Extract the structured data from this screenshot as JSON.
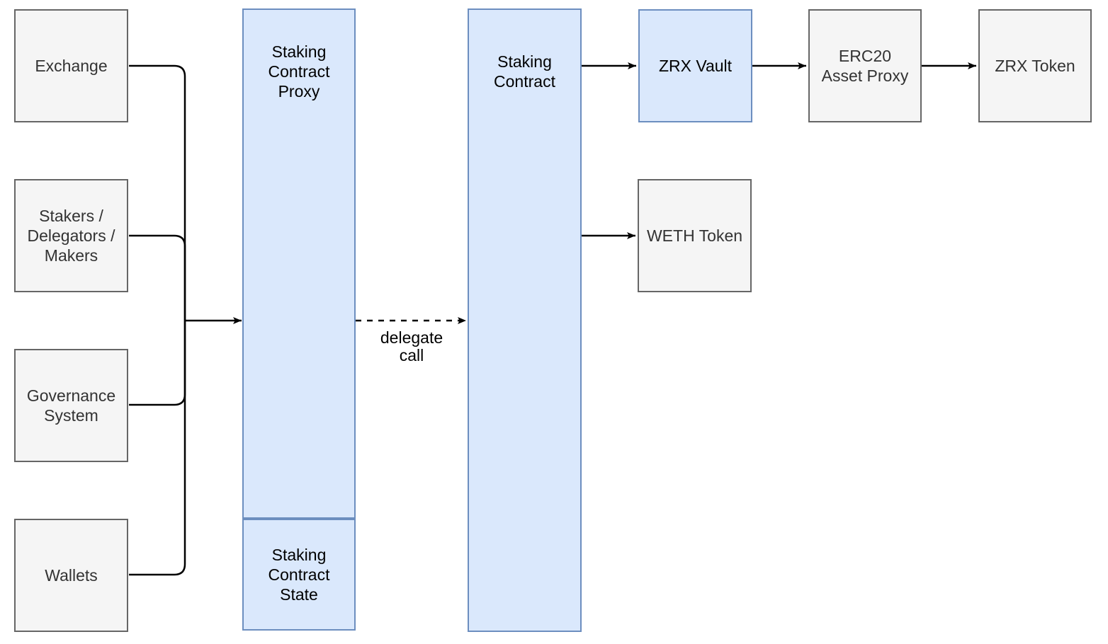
{
  "diagram": {
    "type": "architecture-flow-diagram",
    "background": "#ffffff",
    "colors": {
      "blue_node_fill": "#dae8fc",
      "blue_node_border": "#6c8ebf",
      "gray_node_fill": "#f5f5f5",
      "gray_node_border": "#666666",
      "gray_node_text": "#333333",
      "blue_node_text": "#000000",
      "edge_stroke": "#000000"
    }
  },
  "nodes": {
    "exchange": {
      "label": "Exchange",
      "style": "gray"
    },
    "stakers": {
      "label": "Stakers /\nDelegators /\nMakers",
      "style": "gray"
    },
    "governance": {
      "label": "Governance\nSystem",
      "style": "gray"
    },
    "wallets": {
      "label": "Wallets",
      "style": "gray"
    },
    "staking_contract_proxy": {
      "label": "Staking\nContract\nProxy",
      "style": "blue"
    },
    "staking_contract_state": {
      "label": "Staking\nContract\nState",
      "style": "blue"
    },
    "staking_contract": {
      "label": "Staking\nContract",
      "style": "blue"
    },
    "zrx_vault": {
      "label": "ZRX Vault",
      "style": "blue"
    },
    "weth_token": {
      "label": "WETH Token",
      "style": "gray"
    },
    "erc20_asset_proxy": {
      "label": "ERC20\nAsset Proxy",
      "style": "gray"
    },
    "zrx_token": {
      "label": "ZRX Token",
      "style": "gray"
    }
  },
  "edge_labels": {
    "delegate_call": "delegate\ncall"
  },
  "edges": [
    {
      "from": "exchange",
      "to": "staking_contract_proxy",
      "kind": "solid-merged-arrow"
    },
    {
      "from": "stakers",
      "to": "staking_contract_proxy",
      "kind": "solid-merged-arrow"
    },
    {
      "from": "governance",
      "to": "staking_contract_proxy",
      "kind": "solid-merged-arrow"
    },
    {
      "from": "wallets",
      "to": "staking_contract_proxy",
      "kind": "solid-merged-arrow"
    },
    {
      "from": "staking_contract_proxy",
      "to": "staking_contract",
      "kind": "dashed-arrow",
      "label": "delegate call"
    },
    {
      "from": "staking_contract",
      "to": "zrx_vault",
      "kind": "solid-arrow"
    },
    {
      "from": "staking_contract",
      "to": "weth_token",
      "kind": "solid-arrow"
    },
    {
      "from": "zrx_vault",
      "to": "erc20_asset_proxy",
      "kind": "solid-arrow"
    },
    {
      "from": "erc20_asset_proxy",
      "to": "zrx_token",
      "kind": "solid-arrow"
    }
  ]
}
